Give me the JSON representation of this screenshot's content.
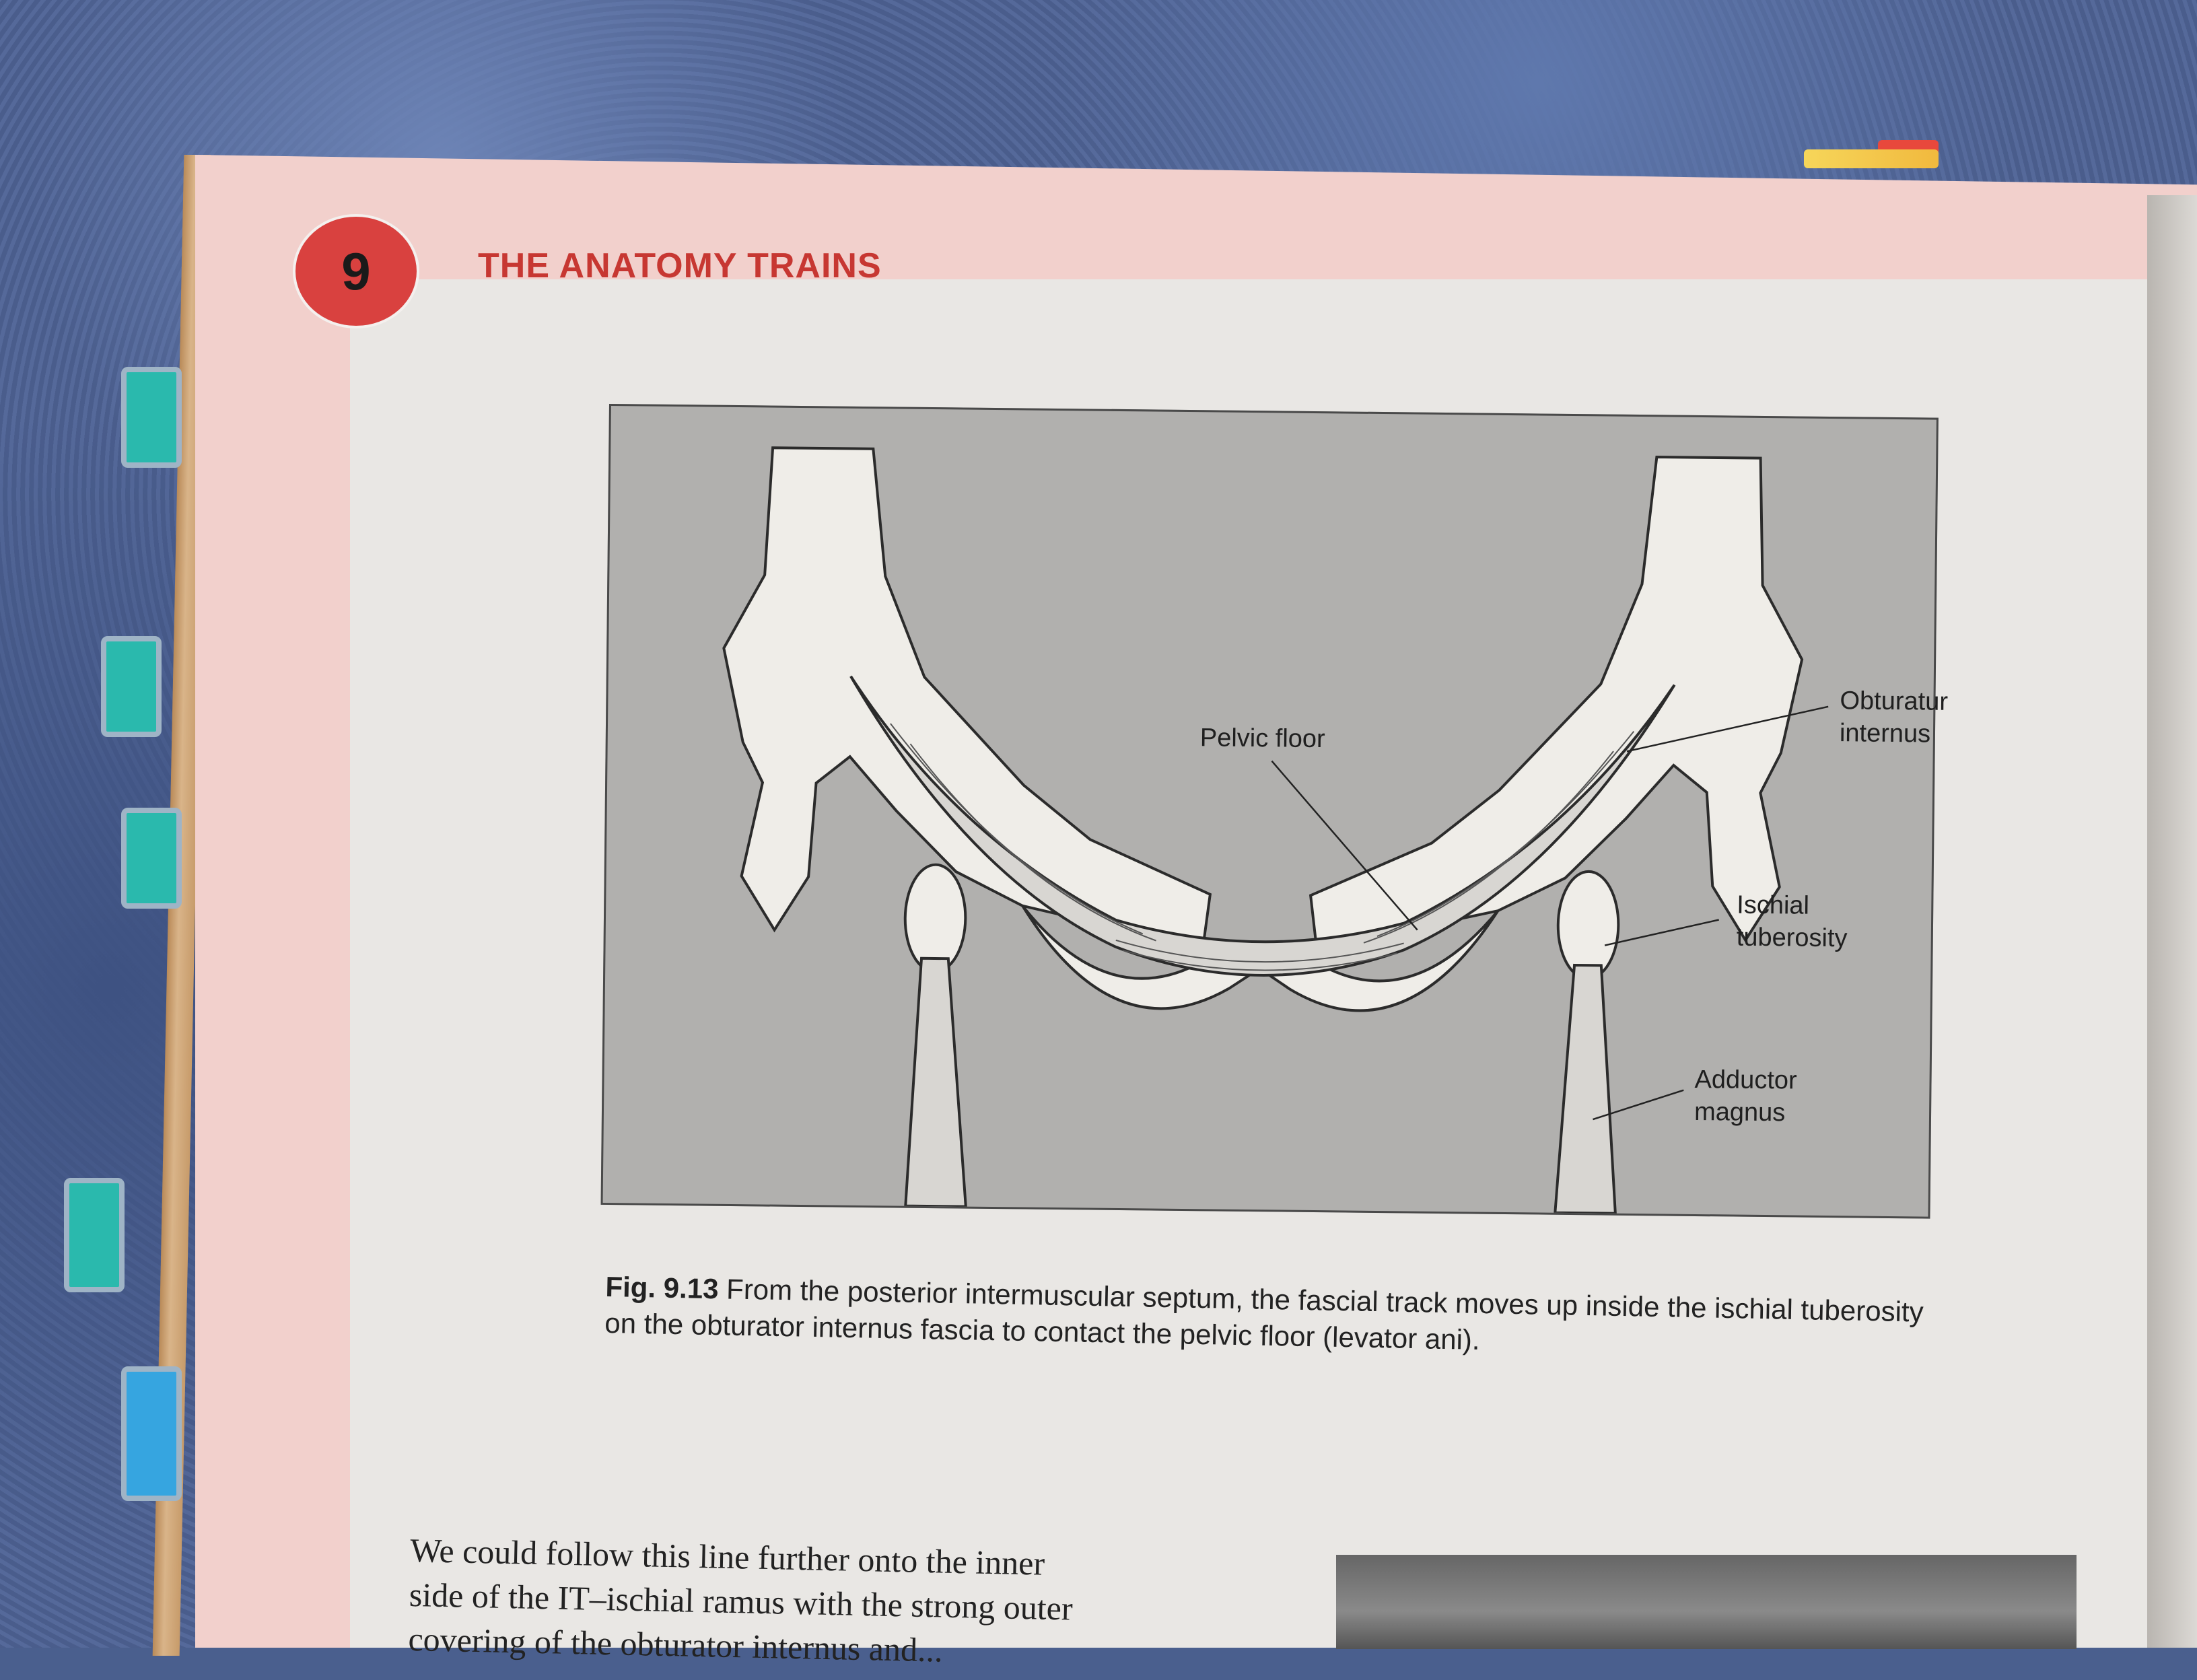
{
  "header": {
    "chapter_number": "9",
    "chapter_title": "THE ANATOMY TRAINS"
  },
  "figure": {
    "labels": {
      "pelvic_floor": "Pelvic floor",
      "obturator_line1": "Obturatur",
      "obturator_line2": "internus",
      "ischial_line1": "Ischial",
      "ischial_line2": "tuberosity",
      "adductor_line1": "Adductor",
      "adductor_line2": "magnus"
    },
    "caption_label": "Fig. 9.13",
    "caption_text": "From the posterior intermuscular septum, the fascial track moves up inside the ischial tuberosity on the obturator internus fascia to contact the pelvic floor (levator ani)."
  },
  "body": {
    "line1": "We could follow this line further onto the inner",
    "line2": "side of the IT–ischial ramus with the strong outer",
    "line3": "covering of the obturator internus and..."
  },
  "colors": {
    "chapter_red": "#d9413f",
    "page_pink": "#f2d0cc",
    "figure_gray": "#b1b0ae"
  }
}
